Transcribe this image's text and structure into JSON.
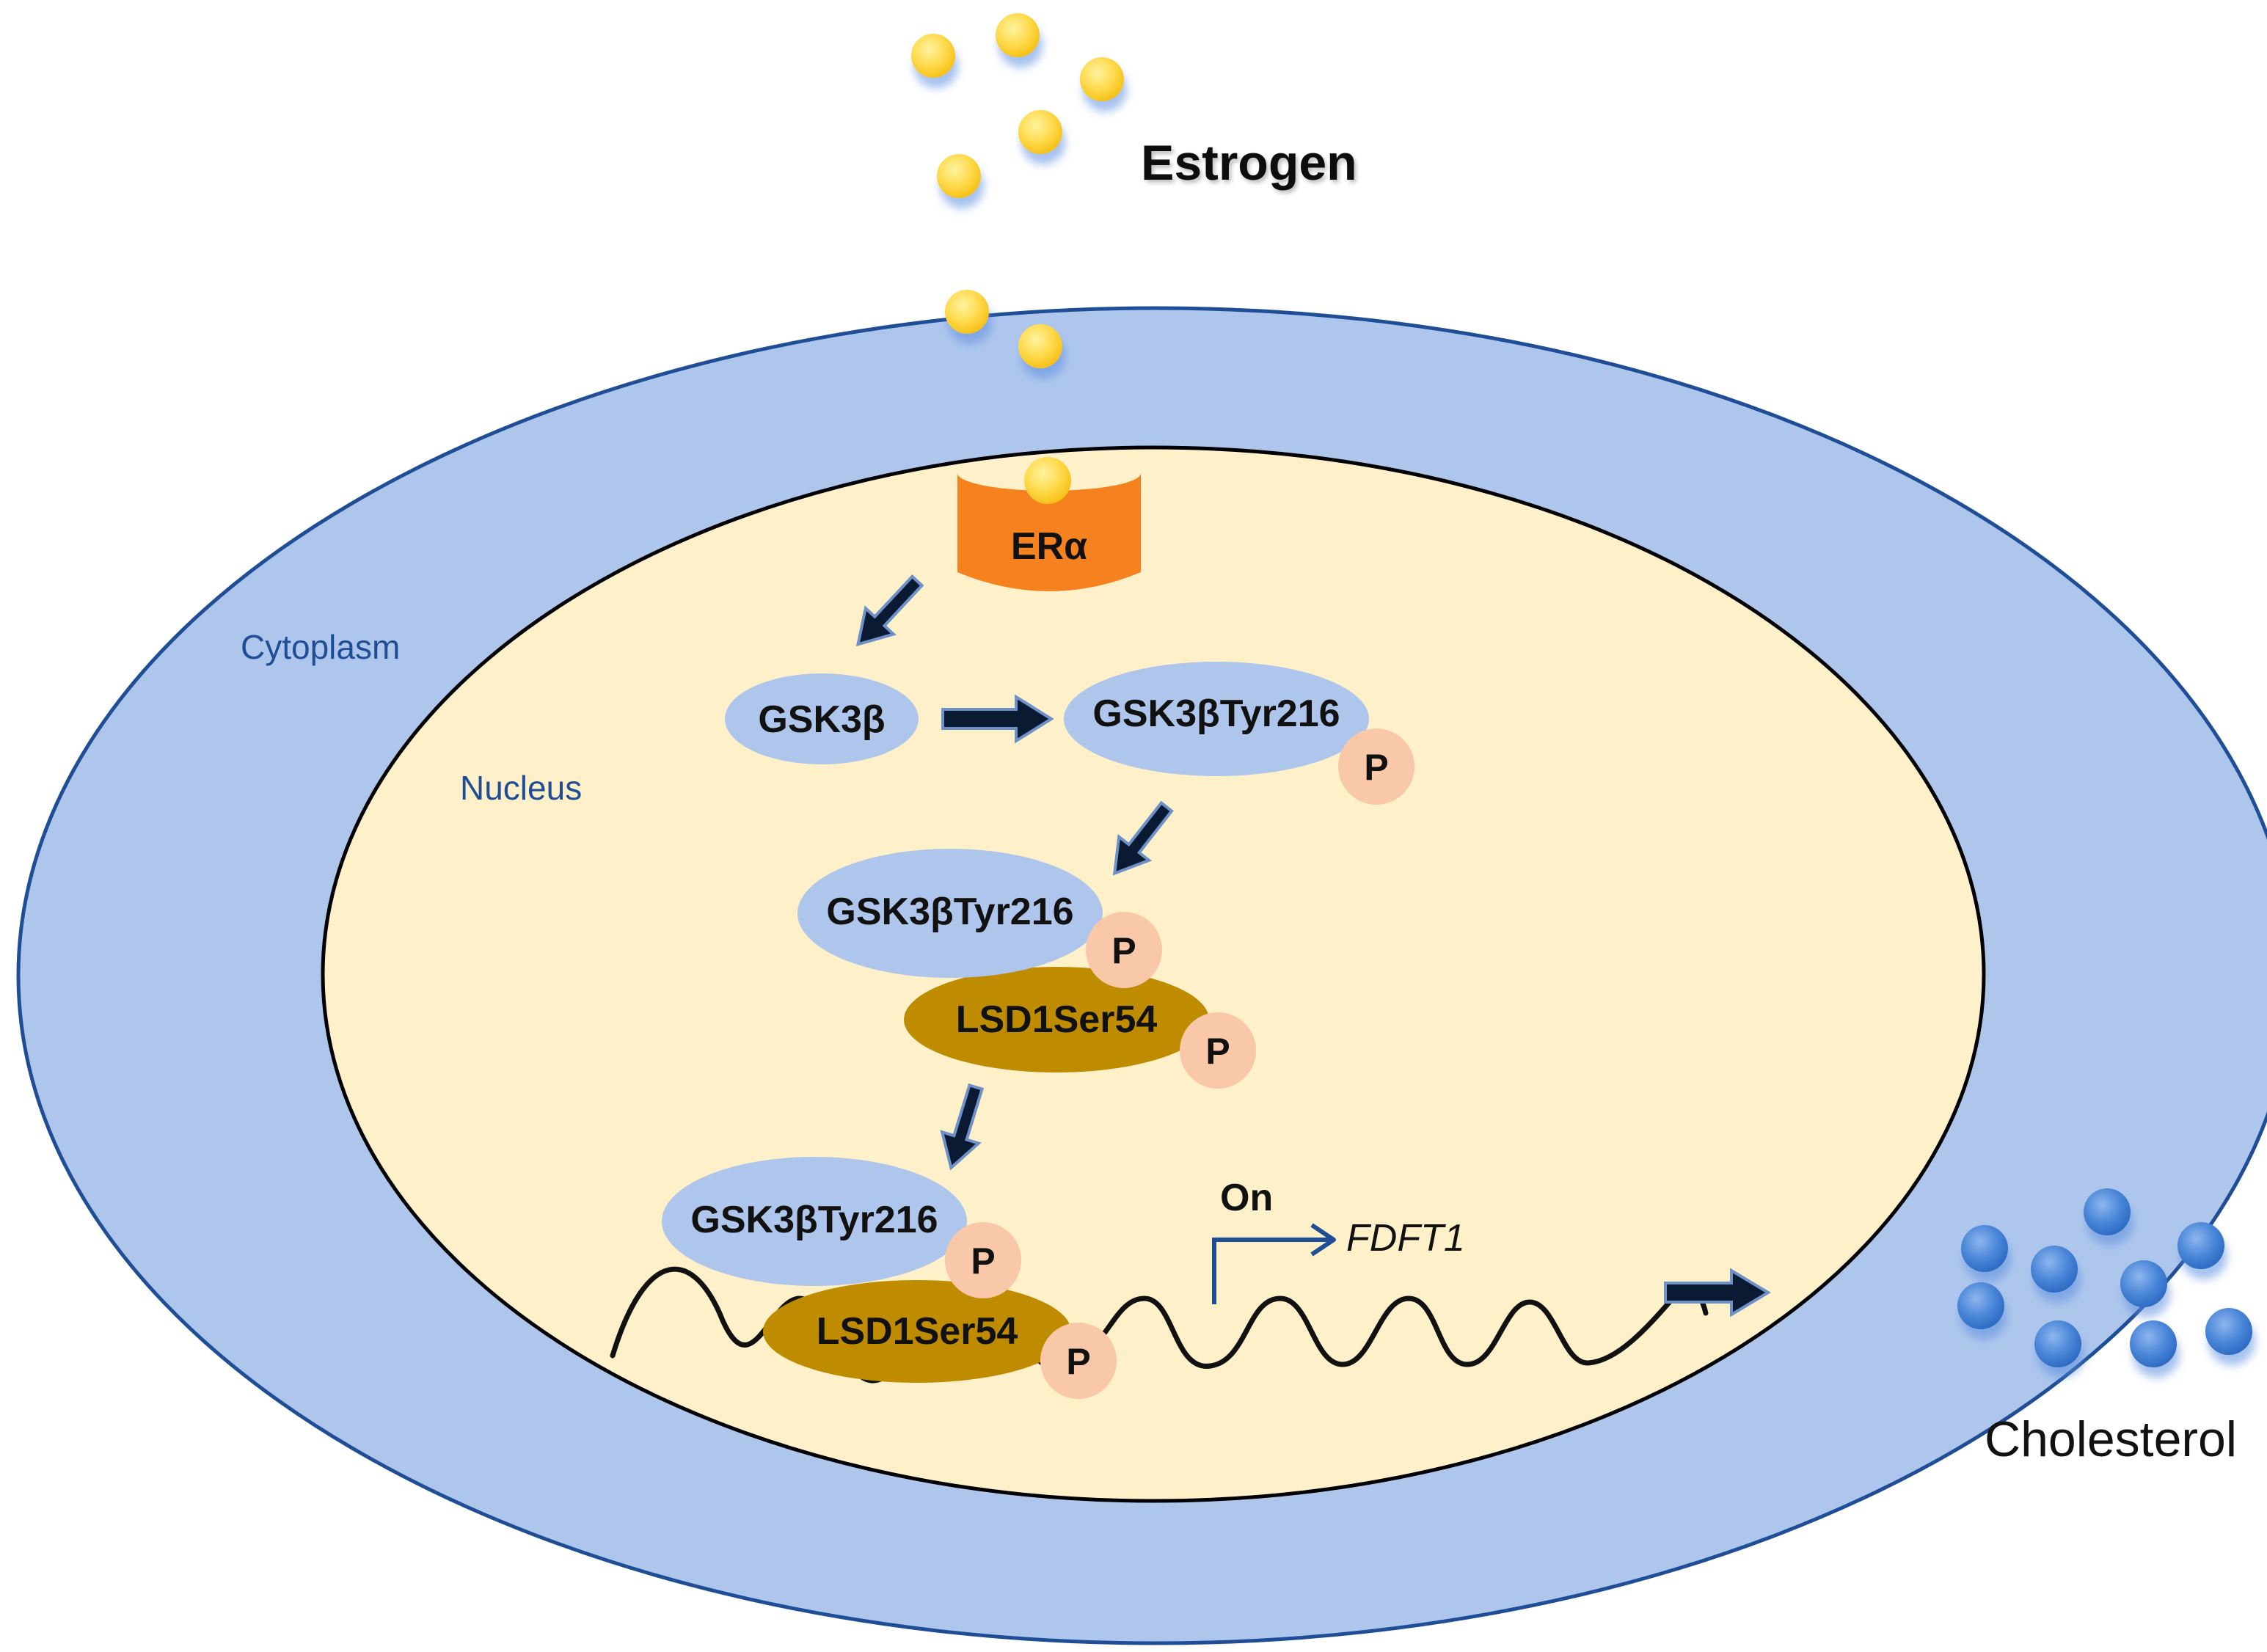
{
  "labels": {
    "estrogen": "Estrogen",
    "cholesterol": "Cholesterol",
    "cytoplasm": "Cytoplasm",
    "nucleus": "Nucleus",
    "receptor": "ERα",
    "gsk3b": "GSK3β",
    "gsk3b_tyr216": "GSK3βTyr216",
    "lsd1_ser54": "LSD1Ser54",
    "phospho": "P",
    "on": "On",
    "gene": "FDFT1"
  },
  "colors": {
    "cytoplasm_fill": "#aec6ec",
    "cell_outline": "#1f4e96",
    "nucleus_fill": "#fef0c8",
    "receptor": "#f5821f",
    "estrogen_dot": "#ffd94a",
    "cholesterol_dot": "#4a86d8",
    "gsk_fill": "#aec6ec",
    "lsd1_fill": "#bf8c00",
    "phospho_fill": "#f8c8a8",
    "arrow": "#0a1a33"
  }
}
